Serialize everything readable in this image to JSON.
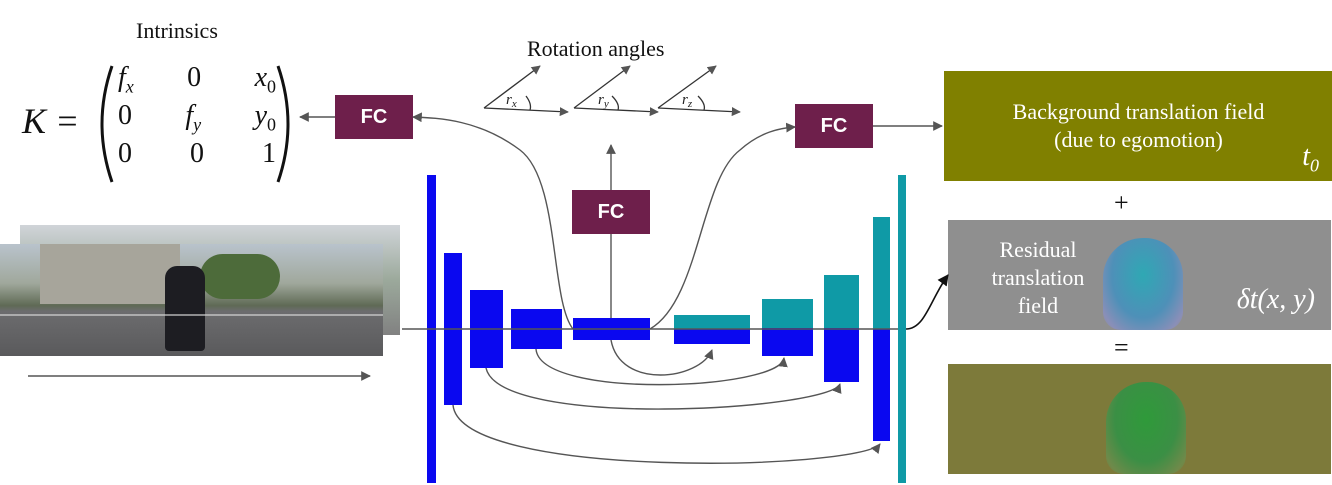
{
  "intrinsics": {
    "title": "Intrinsics",
    "lhs": "K =",
    "matrix": [
      [
        "f_x",
        "0",
        "x_0"
      ],
      [
        "0",
        "f_y",
        "y_0"
      ],
      [
        "0",
        "0",
        "1"
      ]
    ]
  },
  "rotation": {
    "title": "Rotation angles",
    "angles": [
      "r_x",
      "r_y",
      "r_z"
    ]
  },
  "fc_label": "FC",
  "background_field": {
    "line1": "Background translation field",
    "line2": "(due to egomotion)",
    "symbol": "t_0",
    "color": "#808000"
  },
  "plus": "+",
  "equals": "=",
  "residual_field": {
    "line1": "Residual",
    "line2": "translation",
    "line3": "field",
    "formula": "δt(x, y)"
  },
  "colors": {
    "fc": "#6e1f4b",
    "encoder": "#0a08f0",
    "decoder": "#0f9aa6",
    "arrow": "#555555"
  }
}
